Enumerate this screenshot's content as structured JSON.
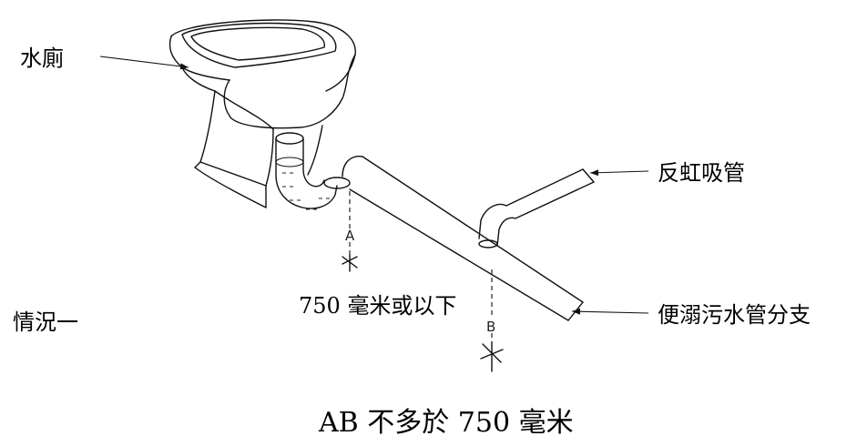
{
  "labels": {
    "toilet": "水廁",
    "anti_siphon_pipe": "反虹吸管",
    "branch_pipe": "便溺污水管分支",
    "case": "情況一",
    "dimension_a": "750 毫米或以下",
    "point_a": "A",
    "point_b": "B",
    "caption": "AB 不多於 750 毫米"
  }
}
